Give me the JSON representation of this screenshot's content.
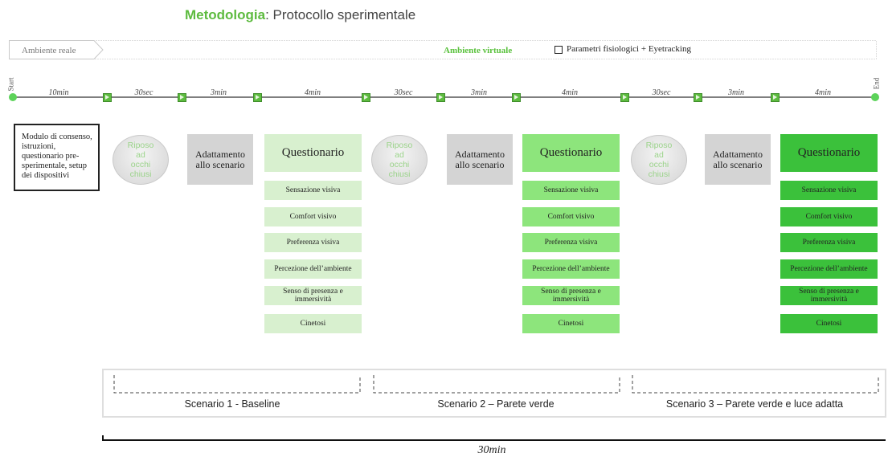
{
  "title": {
    "highlight": "Metodologia",
    "rest": ": Protocollo sperimentale"
  },
  "environment": {
    "real": "Ambiente reale",
    "virtual": "Ambiente virtuale",
    "parameters": "Parametri fisiologici + Eyetracking"
  },
  "timeline": {
    "start": "Start",
    "end": "End",
    "durations": [
      "10min",
      "30sec",
      "3min",
      "4min",
      "30sec",
      "3min",
      "4min",
      "30sec",
      "3min",
      "4min"
    ]
  },
  "intro_box": "Modulo di consenso, istruzioni, questionario pre-sperimentale, setup dei dispositivi",
  "phases": {
    "rest": "Riposo\nad\nocchi\nchiusi",
    "adaptation": "Adattamento\nallo scenario",
    "questionnaire": "Questionario"
  },
  "questionnaire_items": [
    "Sensazione visiva",
    "Comfort visivo",
    "Preferenza visiva",
    "Percezione dell’ambiente",
    "Senso di presenza e immersività",
    "Cinetosi"
  ],
  "scenarios": [
    "Scenario 1 - Baseline",
    "Scenario 2 – Parete verde",
    "Scenario 3 – Parete verde e luce adatta"
  ],
  "total_duration": "30min",
  "colors": {
    "title_green": "#5dbb3f",
    "scenario1_green": "#d8f0cf",
    "scenario2_green": "#8de57c",
    "scenario3_green": "#3bc13b",
    "timeline_dot": "#5dd35a"
  }
}
